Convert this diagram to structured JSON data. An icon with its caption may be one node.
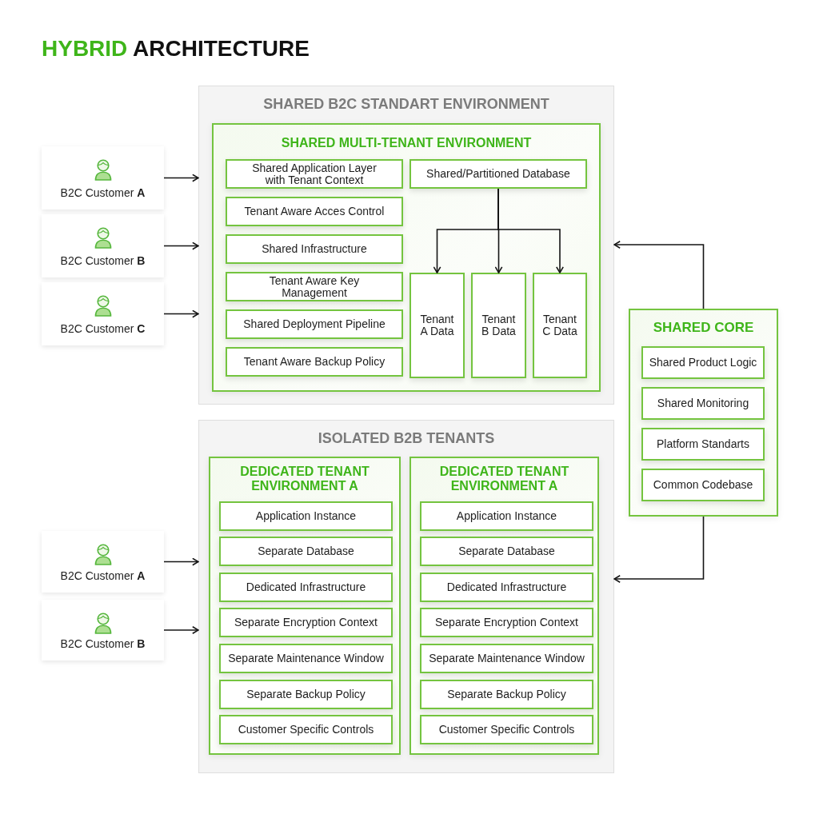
{
  "diagram": {
    "title": "HYBRID ARCHITECTURE",
    "nodes": [
      {
        "text": [
          "SHARED B2C STANDART ENVIRONMENT"
        ]
      },
      {
        "text": [
          "SHARED MULTI-TENANT ENVIRONMENT"
        ],
        "in": 0
      },
      {
        "text": [
          "Shared Application Layer with Tenant Context"
        ],
        "in": 1
      },
      {
        "text": [
          "Tenant Aware Acces Control"
        ],
        "in": 1
      },
      {
        "text": [
          "Shared Infrastructure"
        ],
        "in": 1
      },
      {
        "text": [
          "Tenant Aware Key Management"
        ],
        "in": 1
      },
      {
        "text": [
          "Shared Deployment Pipeline"
        ],
        "in": 1
      },
      {
        "text": [
          "Tenant Aware Backup Policy"
        ],
        "in": 1
      },
      {
        "text": [
          "Shared/Partitioned Database"
        ],
        "in": 1
      },
      {
        "text": [
          "Tenant A Data"
        ],
        "in": 1
      },
      {
        "text": [
          "Tenant B Data"
        ],
        "in": 1
      },
      {
        "text": [
          "Tenant C Data"
        ],
        "in": 1
      },
      {
        "text": [
          "B2C Customer **A**"
        ]
      },
      {
        "text": [
          "B2C Customer **B**"
        ]
      },
      {
        "text": [
          "B2C Customer **C**"
        ]
      },
      {
        "text": [
          "SHARED CORE"
        ]
      },
      {
        "text": [
          "Shared Product Logic"
        ],
        "in": 15
      },
      {
        "text": [
          "Shared Monitoring"
        ],
        "in": 15
      },
      {
        "text": [
          "Platform Standarts"
        ],
        "in": 15
      },
      {
        "text": [
          "Common Codebase"
        ],
        "in": 15
      },
      {
        "text": [
          "ISOLATED B2B TENANTS"
        ]
      },
      {
        "text": [
          "DEDICATED TENANT ENVIRONMENT A"
        ],
        "in": 20
      },
      {
        "text": [
          "Application Instance"
        ],
        "in": 21
      },
      {
        "text": [
          "Separate Database"
        ],
        "in": 21
      },
      {
        "text": [
          "Dedicated Infrastructure"
        ],
        "in": 21
      },
      {
        "text": [
          "Separate Encryption Context"
        ],
        "in": 21
      },
      {
        "text": [
          "Separate Maintenance Window"
        ],
        "in": 21
      },
      {
        "text": [
          "Separate Backup Policy"
        ],
        "in": 21
      },
      {
        "text": [
          "Customer Specific Controls"
        ],
        "in": 21
      },
      {
        "text": [
          "DEDICATED TENANT ENVIRONMENT A"
        ],
        "in": 20
      },
      {
        "text": [
          "Application Instance"
        ],
        "in": 29
      },
      {
        "text": [
          "Separate Database"
        ],
        "in": 29
      },
      {
        "text": [
          "Dedicated Infrastructure"
        ],
        "in": 29
      },
      {
        "text": [
          "Separate Encryption Context"
        ],
        "in": 29
      },
      {
        "text": [
          "Separate Maintenance Window"
        ],
        "in": 29
      },
      {
        "text": [
          "Separate Backup Policy"
        ],
        "in": 29
      },
      {
        "text": [
          "Customer Specific Controls"
        ],
        "in": 29
      },
      {
        "text": [
          "B2C Customer **A**"
        ]
      },
      {
        "text": [
          "B2C Customer **B**"
        ]
      }
    ],
    "edges": [
      {
        "from": 12,
        "to": 0,
        "arrow": "to"
      },
      {
        "from": 13,
        "to": 0,
        "arrow": "to"
      },
      {
        "from": 14,
        "to": 0,
        "arrow": "to"
      },
      {
        "from": 8,
        "to": 9,
        "arrow": "to"
      },
      {
        "from": 8,
        "to": 10,
        "arrow": "to"
      },
      {
        "from": 8,
        "to": 11,
        "arrow": "to"
      },
      {
        "from": 15,
        "to": 0,
        "arrow": "to"
      },
      {
        "from": 15,
        "to": 20,
        "arrow": "to"
      },
      {
        "from": 37,
        "to": 20,
        "arrow": "to"
      },
      {
        "from": 38,
        "to": 20,
        "arrow": "to"
      }
    ]
  }
}
